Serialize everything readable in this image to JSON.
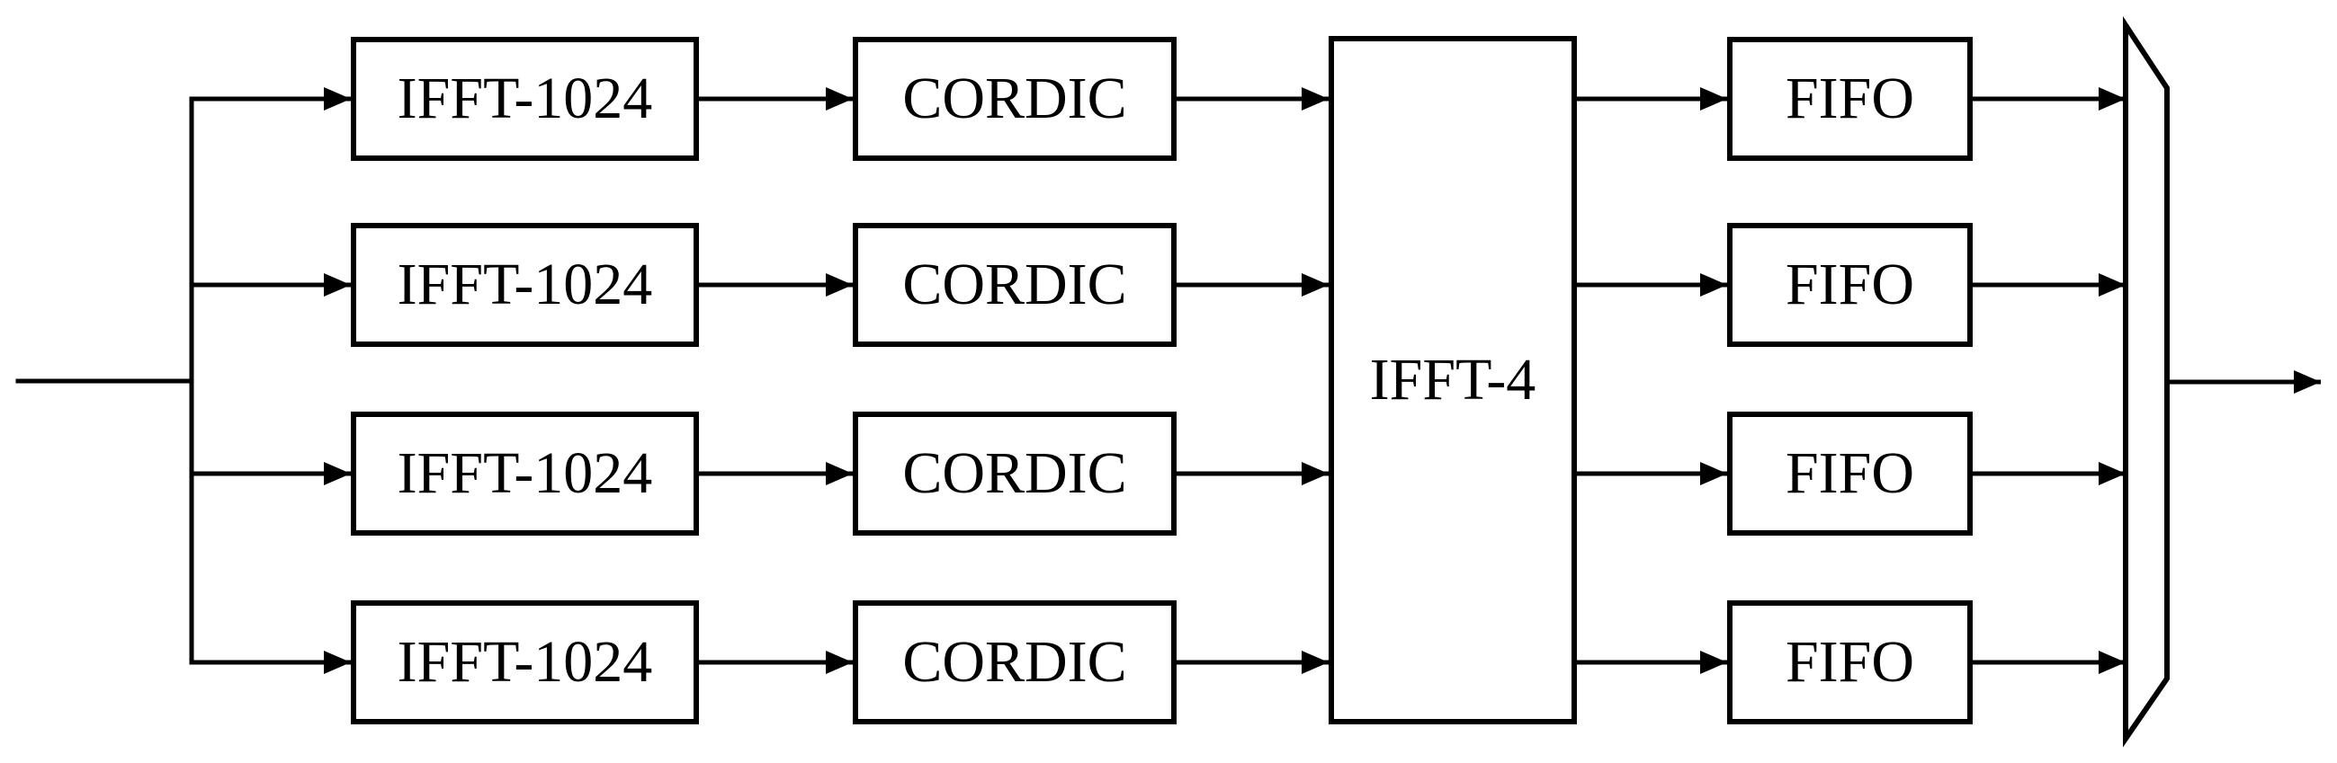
{
  "diagram_type": "block-diagram",
  "colors": {
    "line": "#000000",
    "background": "#ffffff"
  },
  "rows": [
    {
      "ifft_label": "IFFT-1024",
      "cordic_label": "CORDIC",
      "fifo_label": "FIFO"
    },
    {
      "ifft_label": "IFFT-1024",
      "cordic_label": "CORDIC",
      "fifo_label": "FIFO"
    },
    {
      "ifft_label": "IFFT-1024",
      "cordic_label": "CORDIC",
      "fifo_label": "FIFO"
    },
    {
      "ifft_label": "IFFT-1024",
      "cordic_label": "CORDIC",
      "fifo_label": "FIFO"
    }
  ],
  "center_block": {
    "label": "IFFT-4"
  },
  "mux": {
    "name": "multiplexer"
  }
}
